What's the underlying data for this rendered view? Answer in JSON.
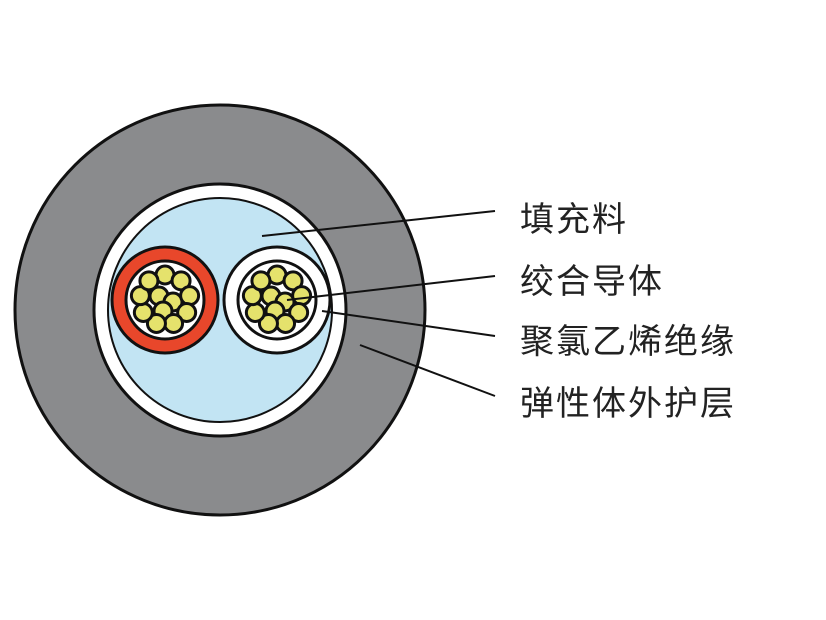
{
  "labels": [
    "填充料",
    "绞合导体",
    "聚氯乙烯绝缘",
    "弹性体外护层"
  ],
  "colors": {
    "sheath": "#8a8b8d",
    "filler": "#c2e4f3",
    "red_insulation": "#e8472b",
    "white_insulation": "#ffffff",
    "strand": "#e5e26c",
    "outline": "#111111"
  }
}
